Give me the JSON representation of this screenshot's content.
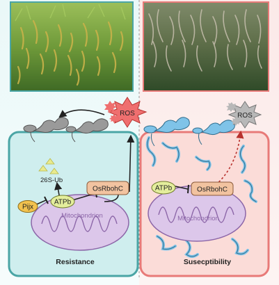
{
  "labels": {
    "ros_left": "ROS",
    "ros_right": "ROS",
    "ub": "26S-Ub",
    "pijx": "Pijx",
    "atpb_left": "ATPb",
    "osrbohc_left": "OsRbohC",
    "mito_left": "Mitochondrion",
    "resistance": "Resistance",
    "atpb_right": "ATPb",
    "osrbohc_right": "OsRbohC",
    "mito_right": "Mitochondrion",
    "susceptibility": "Susecptibility"
  },
  "colors": {
    "resistance_bg": "#cfeeee",
    "resistance_border": "#4aa5a5",
    "susceptible_bg": "#fbdcd8",
    "susceptible_border": "#e87a78",
    "mito_fill": "#dcc7ea",
    "ros_star": "#ef6f6f",
    "ros_star_grey": "#b8b8b8",
    "atpb_fill": "#e4ee9c",
    "pijx_fill": "#f2c24e",
    "osrbohc_fill": "#f2c3a0",
    "fungus_blue": "#7fc3e8"
  }
}
